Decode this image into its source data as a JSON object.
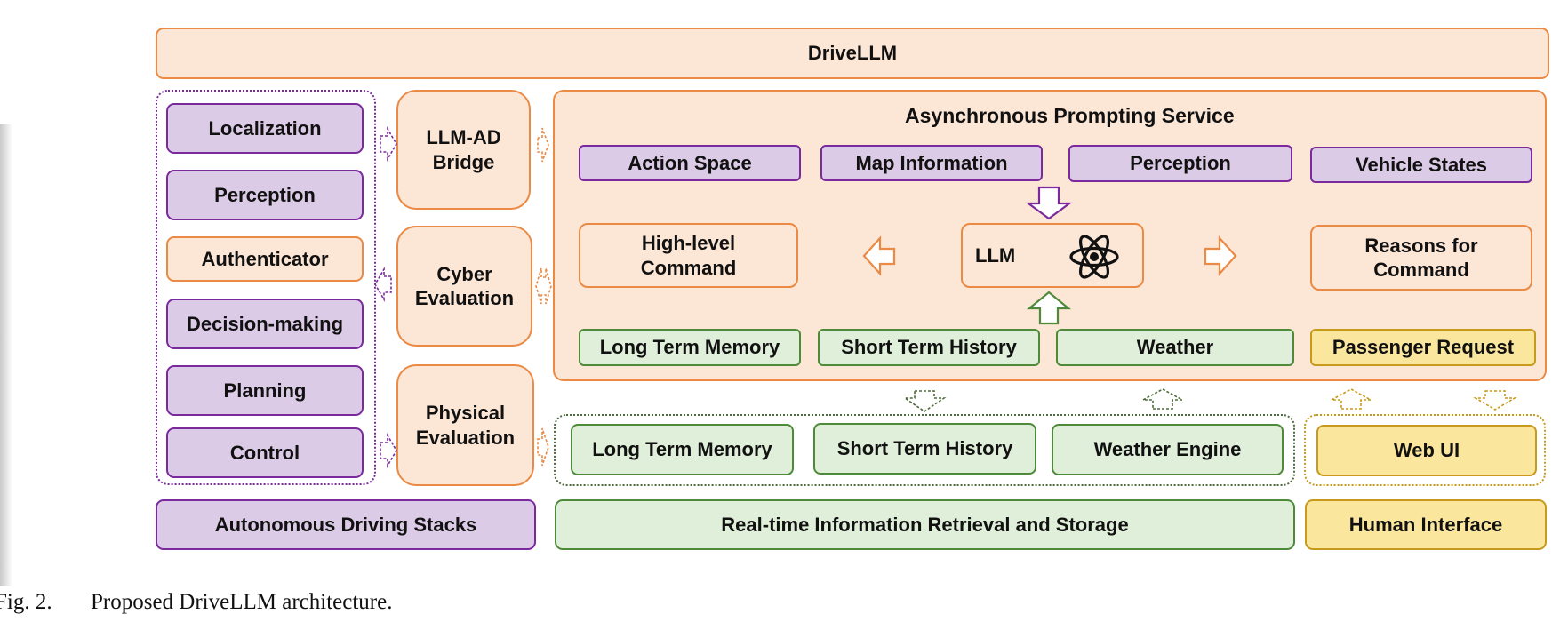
{
  "title": "DriveLLM",
  "autonomous_stack": {
    "items": [
      "Localization",
      "Perception",
      "Authenticator",
      "Decision-making",
      "Planning",
      "Control"
    ],
    "label": "Autonomous Driving Stacks"
  },
  "bridges": [
    "LLM-AD Bridge",
    "Cyber Evaluation",
    "Physical Evaluation"
  ],
  "aps": {
    "title": "Asynchronous Prompting Service",
    "inputs": [
      "Action Space",
      "Map Information",
      "Perception",
      "Vehicle States"
    ],
    "high_level": "High-level Command",
    "llm": "LLM",
    "reasons": "Reasons for Command",
    "context": [
      "Long Term Memory",
      "Short Term History",
      "Weather",
      "Passenger Request"
    ]
  },
  "retrieval": {
    "items": [
      "Long Term Memory",
      "Short Term History",
      "Weather Engine"
    ],
    "label": "Real-time Information Retrieval and Storage"
  },
  "human": {
    "item": "Web UI",
    "label": "Human Interface"
  },
  "caption": {
    "prefix": "Fig. 2.",
    "text": "Proposed DriveLLM architecture."
  },
  "colors": {
    "orange_fill": "#fce6d6",
    "orange_border": "#ea8a44",
    "purple_fill": "#dccbe6",
    "purple_border": "#7b2a9e",
    "green_fill": "#dfefd9",
    "green_border": "#4e8a3a",
    "yellow_fill": "#fbe69e",
    "yellow_border": "#c79a1c"
  },
  "icons": [
    "atom-icon"
  ]
}
